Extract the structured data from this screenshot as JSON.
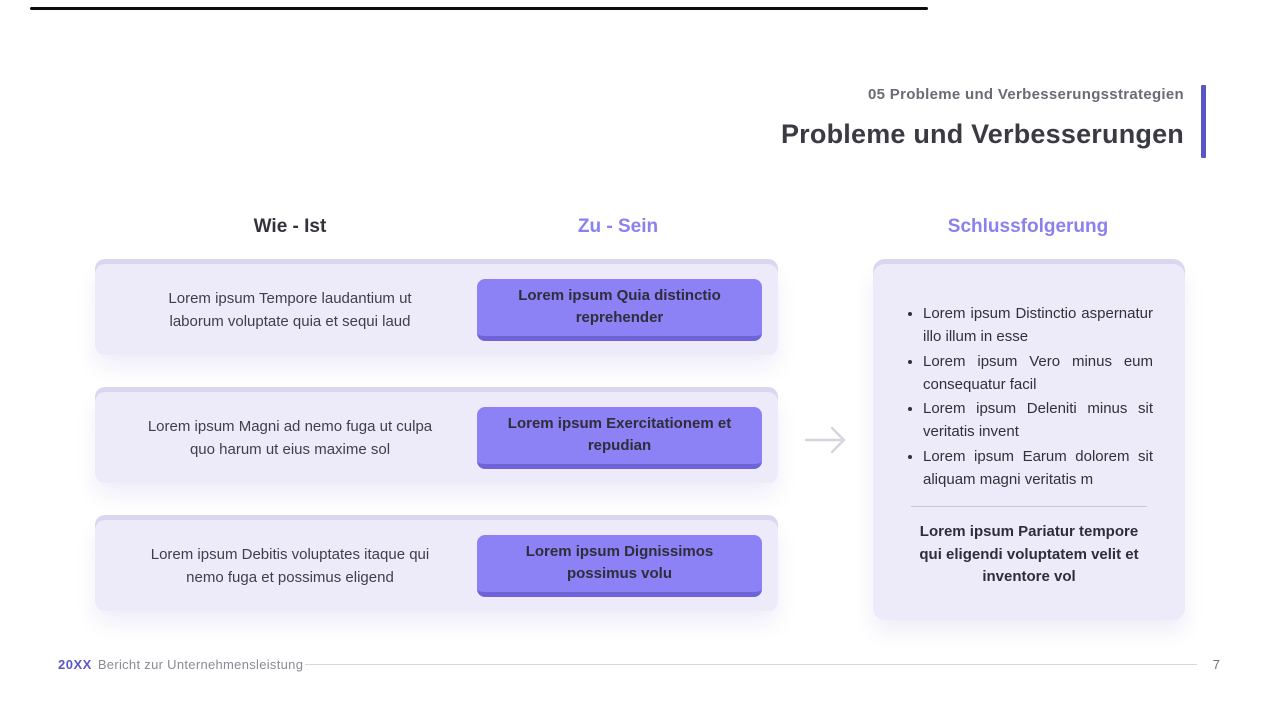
{
  "header": {
    "eyebrow": "05 Probleme und Verbesserungsstrategien",
    "title": "Probleme und Verbesserungen"
  },
  "columns": {
    "left": "Wie - Ist",
    "mid": "Zu - Sein",
    "right": "Schlussfolgerung"
  },
  "rows": [
    {
      "text": "Lorem ipsum Tempore laudantium ut laborum voluptate quia et sequi laud",
      "button": "Lorem ipsum Quia distinctio reprehender"
    },
    {
      "text": "Lorem ipsum Magni ad nemo fuga ut culpa quo harum ut eius maxime sol",
      "button": "Lorem ipsum Exercitationem et repudian"
    },
    {
      "text": "Lorem ipsum Debitis voluptates itaque qui nemo fuga et possimus eligend",
      "button": "Lorem ipsum Dignissimos possimus volu"
    }
  ],
  "conclusion": {
    "bullets": [
      "Lorem ipsum Distinctio aspernatur illo illum in esse",
      "Lorem ipsum Vero minus eum consequatur facil",
      "Lorem ipsum Deleniti minus sit veritatis invent",
      "Lorem ipsum Earum dolorem sit aliquam magni veritatis m"
    ],
    "summary": "Lorem ipsum Pariatur tempore qui eligendi voluptatem velit et inventore vol"
  },
  "footer": {
    "year": "20XX",
    "subtitle": "Bericht zur Unternehmensleistung",
    "page": "7"
  },
  "icons": {
    "arrow_right": "arrow-right-icon"
  },
  "colors": {
    "accent_bar": "#5A55C5",
    "purple_heading": "#8A80EF",
    "button_fill": "#8C81F5",
    "button_edge": "#6F63DA",
    "card_bg": "#EDEAF9",
    "card_back_layer": "#DCD7F1",
    "title_text": "#3A3A43",
    "footer_year": "#5B57C8"
  }
}
